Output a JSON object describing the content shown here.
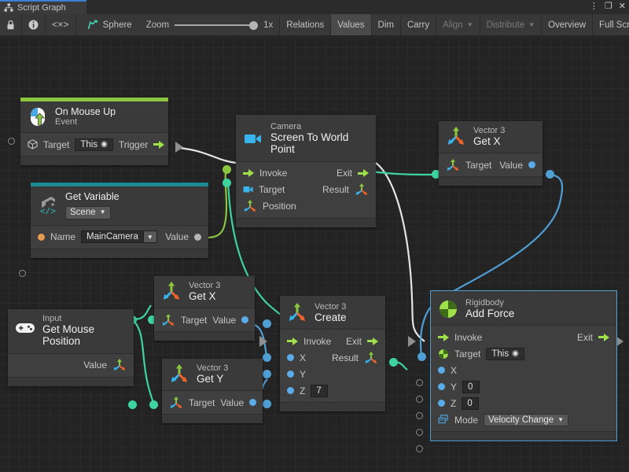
{
  "window": {
    "tab_title": "Script Graph",
    "tab_icon": "script-graph-icon",
    "buttons": [
      "more-options-icon",
      "maximize-icon",
      "close-icon"
    ]
  },
  "toolbar": {
    "lock_icon": "lock-icon",
    "info_icon": "info-icon",
    "code_icon": "code-brackets-icon",
    "object_icon": "graph-object-icon",
    "object_name": "Sphere",
    "zoom_label": "Zoom",
    "zoom_value": "1x",
    "items": [
      {
        "label": "Relations",
        "active": false,
        "dim": false,
        "caret": false
      },
      {
        "label": "Values",
        "active": true,
        "dim": false,
        "caret": false
      },
      {
        "label": "Dim",
        "active": false,
        "dim": false,
        "caret": false
      },
      {
        "label": "Carry",
        "active": false,
        "dim": false,
        "caret": false
      },
      {
        "label": "Align",
        "active": false,
        "dim": true,
        "caret": true
      },
      {
        "label": "Distribute",
        "active": false,
        "dim": true,
        "caret": true
      },
      {
        "label": "Overview",
        "active": false,
        "dim": false,
        "caret": false
      },
      {
        "label": "Full Screen",
        "active": false,
        "dim": false,
        "caret": false
      }
    ]
  },
  "colors": {
    "event_accent": "#8cc63e",
    "variable_accent": "#1a8a95",
    "selection": "#4f9ed4",
    "flow_green": "#9fe04b",
    "value_green": "#3fd3a0",
    "value_blue": "#5aabe8",
    "wire_white": "#e4e4e4"
  },
  "nodes": [
    {
      "id": "on-mouse-up",
      "icon": "mouse-up-event-icon",
      "accent": "#8cc63e",
      "subtitle": "On Mouse Up",
      "title": "Event",
      "ports": {
        "target_label": "Target",
        "target_value": "This",
        "trigger_label": "Trigger"
      }
    },
    {
      "id": "get-variable",
      "icon": "unity-variable-icon",
      "accent": "#1a8a95",
      "subtitle": "Get Variable",
      "scope": "Scene",
      "ports": {
        "name_label": "Name",
        "name_value": "MainCamera",
        "value_label": "Value"
      }
    },
    {
      "id": "camera-screen-to-world-point",
      "icon": "camera-icon",
      "subtitle": "Camera",
      "title": "Screen To World Point",
      "ports": {
        "invoke": "Invoke",
        "exit": "Exit",
        "target": "Target",
        "result": "Result",
        "position": "Position"
      }
    },
    {
      "id": "vector3-get-x-top",
      "icon": "vector3-icon",
      "subtitle": "Vector 3",
      "title": "Get X",
      "ports": {
        "target": "Target",
        "value": "Value"
      }
    },
    {
      "id": "vector3-get-x-left",
      "icon": "vector3-icon",
      "subtitle": "Vector 3",
      "title": "Get X",
      "ports": {
        "target": "Target",
        "value": "Value"
      }
    },
    {
      "id": "vector3-get-y-left",
      "icon": "vector3-icon",
      "subtitle": "Vector 3",
      "title": "Get Y",
      "ports": {
        "target": "Target",
        "value": "Value"
      }
    },
    {
      "id": "input-get-mouse-position",
      "icon": "gamepad-icon",
      "subtitle": "Input",
      "title": "Get Mouse Position",
      "ports": {
        "value": "Value"
      }
    },
    {
      "id": "vector3-create",
      "icon": "vector3-icon",
      "subtitle": "Vector 3",
      "title": "Create",
      "ports": {
        "invoke": "Invoke",
        "exit": "Exit",
        "x": "X",
        "y": "Y",
        "z": "Z",
        "z_value": "7",
        "result": "Result"
      }
    },
    {
      "id": "rigidbody-add-force",
      "icon": "rigidbody-icon",
      "subtitle": "Rigidbody",
      "title": "Add Force",
      "selected": true,
      "ports": {
        "invoke": "Invoke",
        "exit": "Exit",
        "target": "Target",
        "target_value": "This",
        "x": "X",
        "y": "Y",
        "y_value": "0",
        "z": "Z",
        "z_value": "0",
        "mode": "Mode",
        "mode_value": "Velocity Change"
      }
    }
  ]
}
